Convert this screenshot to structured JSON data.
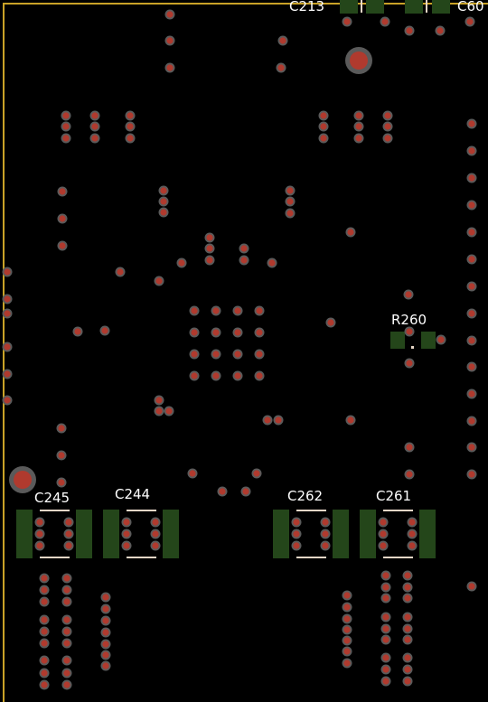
{
  "colors": {
    "background": "#000000",
    "board_outline": "#c9a227",
    "via_ring": "#5a5a5a",
    "via_drill": "#b03a2e",
    "pad": "#24461a",
    "silkscreen": "#e6d6c6"
  },
  "components": [
    {
      "id": "c213",
      "ref": "C213"
    },
    {
      "id": "c60",
      "ref": "C60"
    },
    {
      "id": "r260",
      "ref": "R260"
    },
    {
      "id": "c245",
      "ref": "C245"
    },
    {
      "id": "c244",
      "ref": "C244"
    },
    {
      "id": "c262",
      "ref": "C262"
    },
    {
      "id": "c261",
      "ref": "C261"
    }
  ]
}
